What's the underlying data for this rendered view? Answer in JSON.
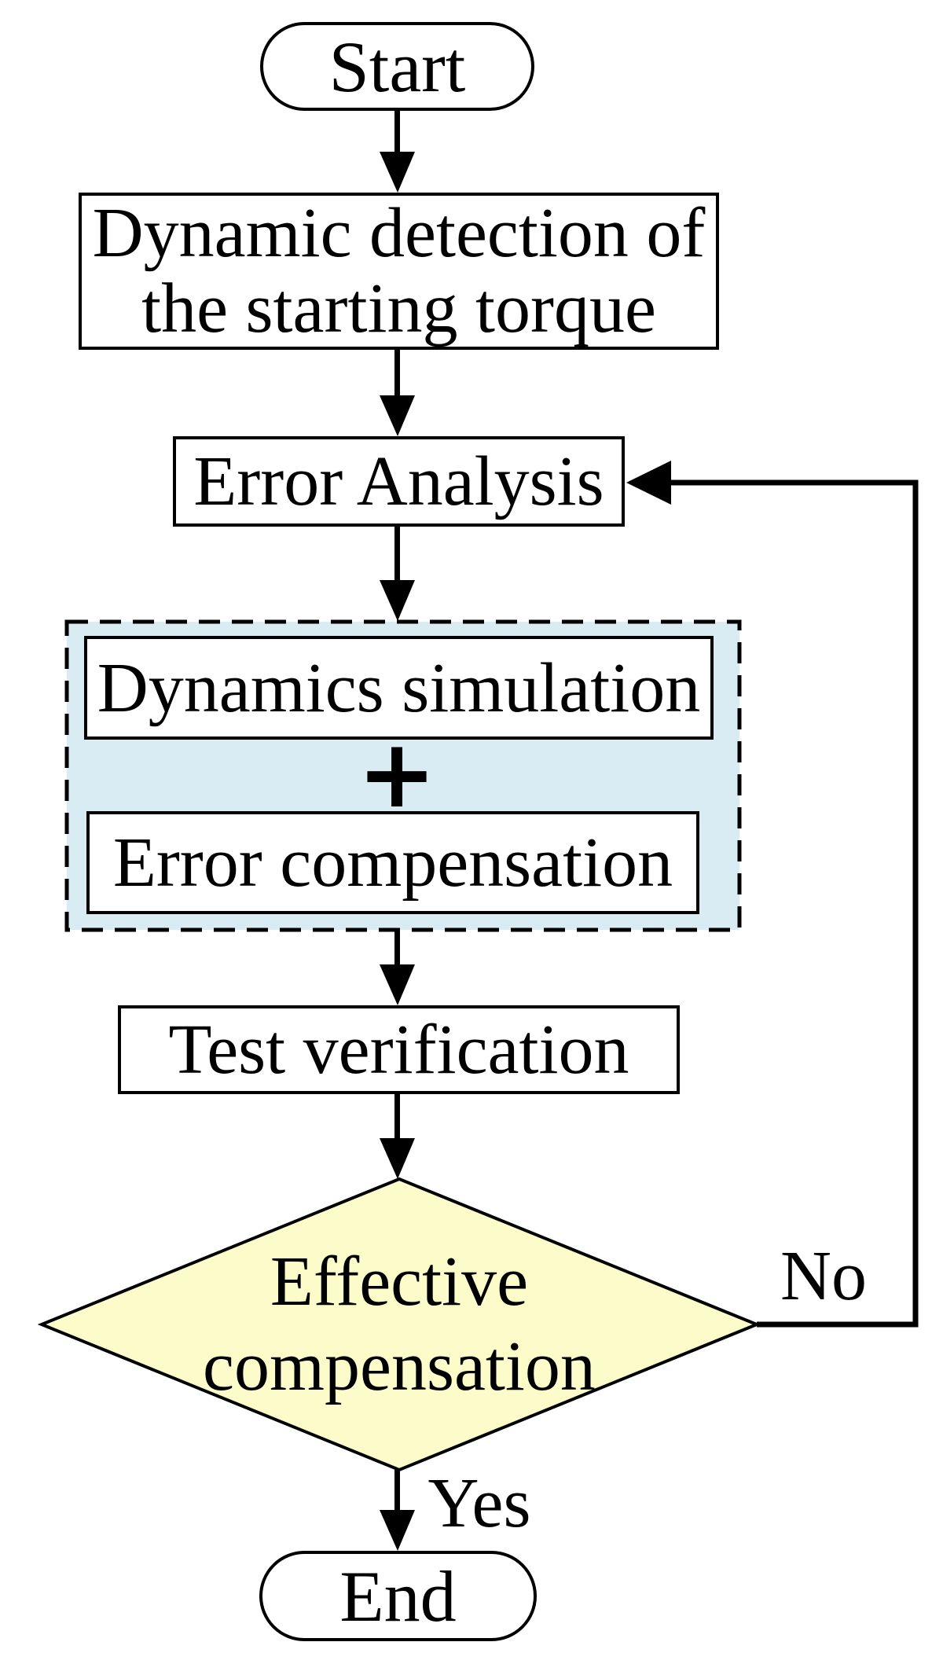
{
  "colors": {
    "line": "#000000",
    "node_fill": "#ffffff",
    "container_fill": "#d9ecf4",
    "decision_fill": "#fcfcca"
  },
  "nodes": {
    "start": {
      "label": "Start"
    },
    "detection": {
      "line1": "Dynamic detection of",
      "line2": "the starting torque"
    },
    "error_analysis": {
      "label": "Error Analysis"
    },
    "simulation_group": {
      "plus": "+"
    },
    "dynamics_simulation": {
      "label": "Dynamics simulation"
    },
    "error_compensation": {
      "label": "Error compensation"
    },
    "test_verification": {
      "label": "Test verification"
    },
    "decision": {
      "line1": "Effective",
      "line2": "compensation"
    },
    "end": {
      "label": "End"
    }
  },
  "edge_labels": {
    "no": "No",
    "yes": "Yes"
  }
}
